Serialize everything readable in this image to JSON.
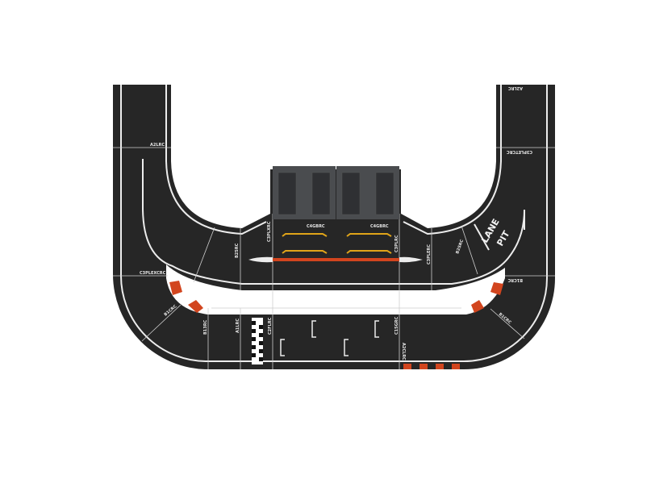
{
  "colors": {
    "track": "#262626",
    "lane_line": "#ececec",
    "curb_red": "#d2451e",
    "pit_yellow": "#e0a419",
    "grid_building": "#4a4c4f",
    "background": "#ffffff"
  },
  "labels": {
    "left_top_straight": "A2LRC",
    "left_crossover": "C3PLEXCRC",
    "left_pit_curve": "B25RC",
    "left_pit_entry": "C3PLXRC",
    "grid_left": "C4GBRC",
    "grid_right": "C4GBRC",
    "right_pit_exit": "C3PLRC",
    "right_pit_entry_piece": "C3PLERC",
    "right_pit_curve": "B2SRC",
    "pit_lane_line1": "LANE",
    "pit_lane_line2": "PIT",
    "right_top_straight": "A2LRC",
    "right_crossover": "C3PLETCRC",
    "right_outer_curve_top": "B1CRC",
    "right_outer_curve_bottom": "B1CRC",
    "left_outer_curve": "B1CRC",
    "left_inner_curve": "B13RC",
    "straight_a1": "A1LRC",
    "start_finish": "C2FLRC",
    "straight_c15": "C15GRC",
    "straight_a2c": "A2CLRC"
  }
}
